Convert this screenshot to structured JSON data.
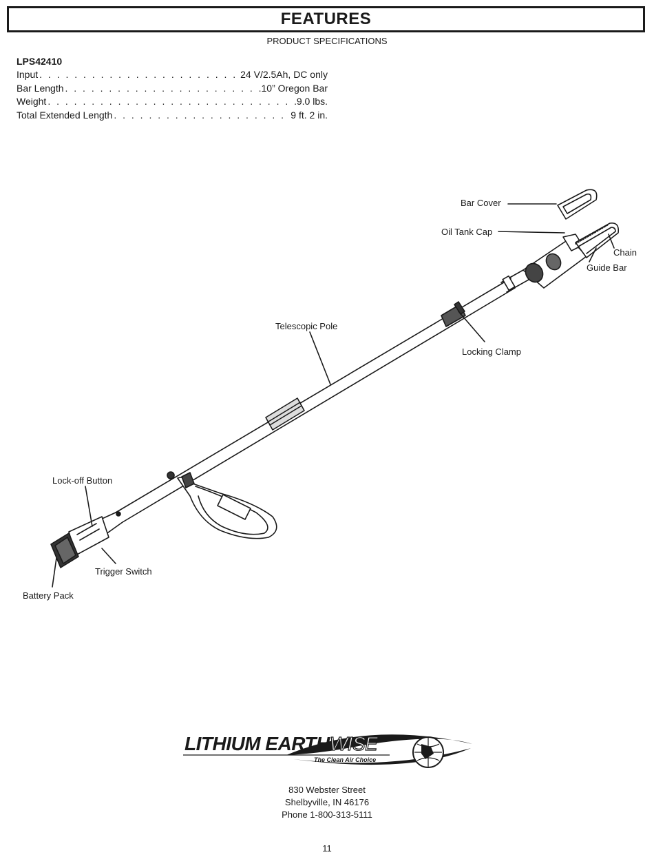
{
  "header": {
    "title": "FEATURES",
    "subtitle": "PRODUCT SPECIFICATIONS"
  },
  "specs": {
    "model": "LPS42410",
    "rows": [
      {
        "label": "Input",
        "value": "24 V/2.5Ah, DC only"
      },
      {
        "label": "Bar Length",
        "value": "10” Oregon Bar"
      },
      {
        "label": "Weight",
        "value": "9.0 lbs."
      },
      {
        "label": "Total Extended Length",
        "value": "9 ft. 2 in."
      }
    ]
  },
  "callouts": {
    "bar_cover": "Bar Cover",
    "oil_tank_cap": "Oil Tank Cap",
    "chain": "Chain",
    "guide_bar": "Guide Bar",
    "telescopic_pole": "Telescopic Pole",
    "locking_clamp": "Locking Clamp",
    "lock_off_button": "Lock-off Button",
    "trigger_switch": "Trigger Switch",
    "battery_pack": "Battery Pack"
  },
  "logo": {
    "brand_main": "LITHIUM EARTH",
    "brand_accent": "WISE",
    "tagline": "The Clean Air Choice"
  },
  "footer": {
    "address_line1": "830 Webster Street",
    "address_line2": "Shelbyville, IN 46176",
    "phone": "Phone 1-800-313-5111",
    "page_number": "11"
  }
}
